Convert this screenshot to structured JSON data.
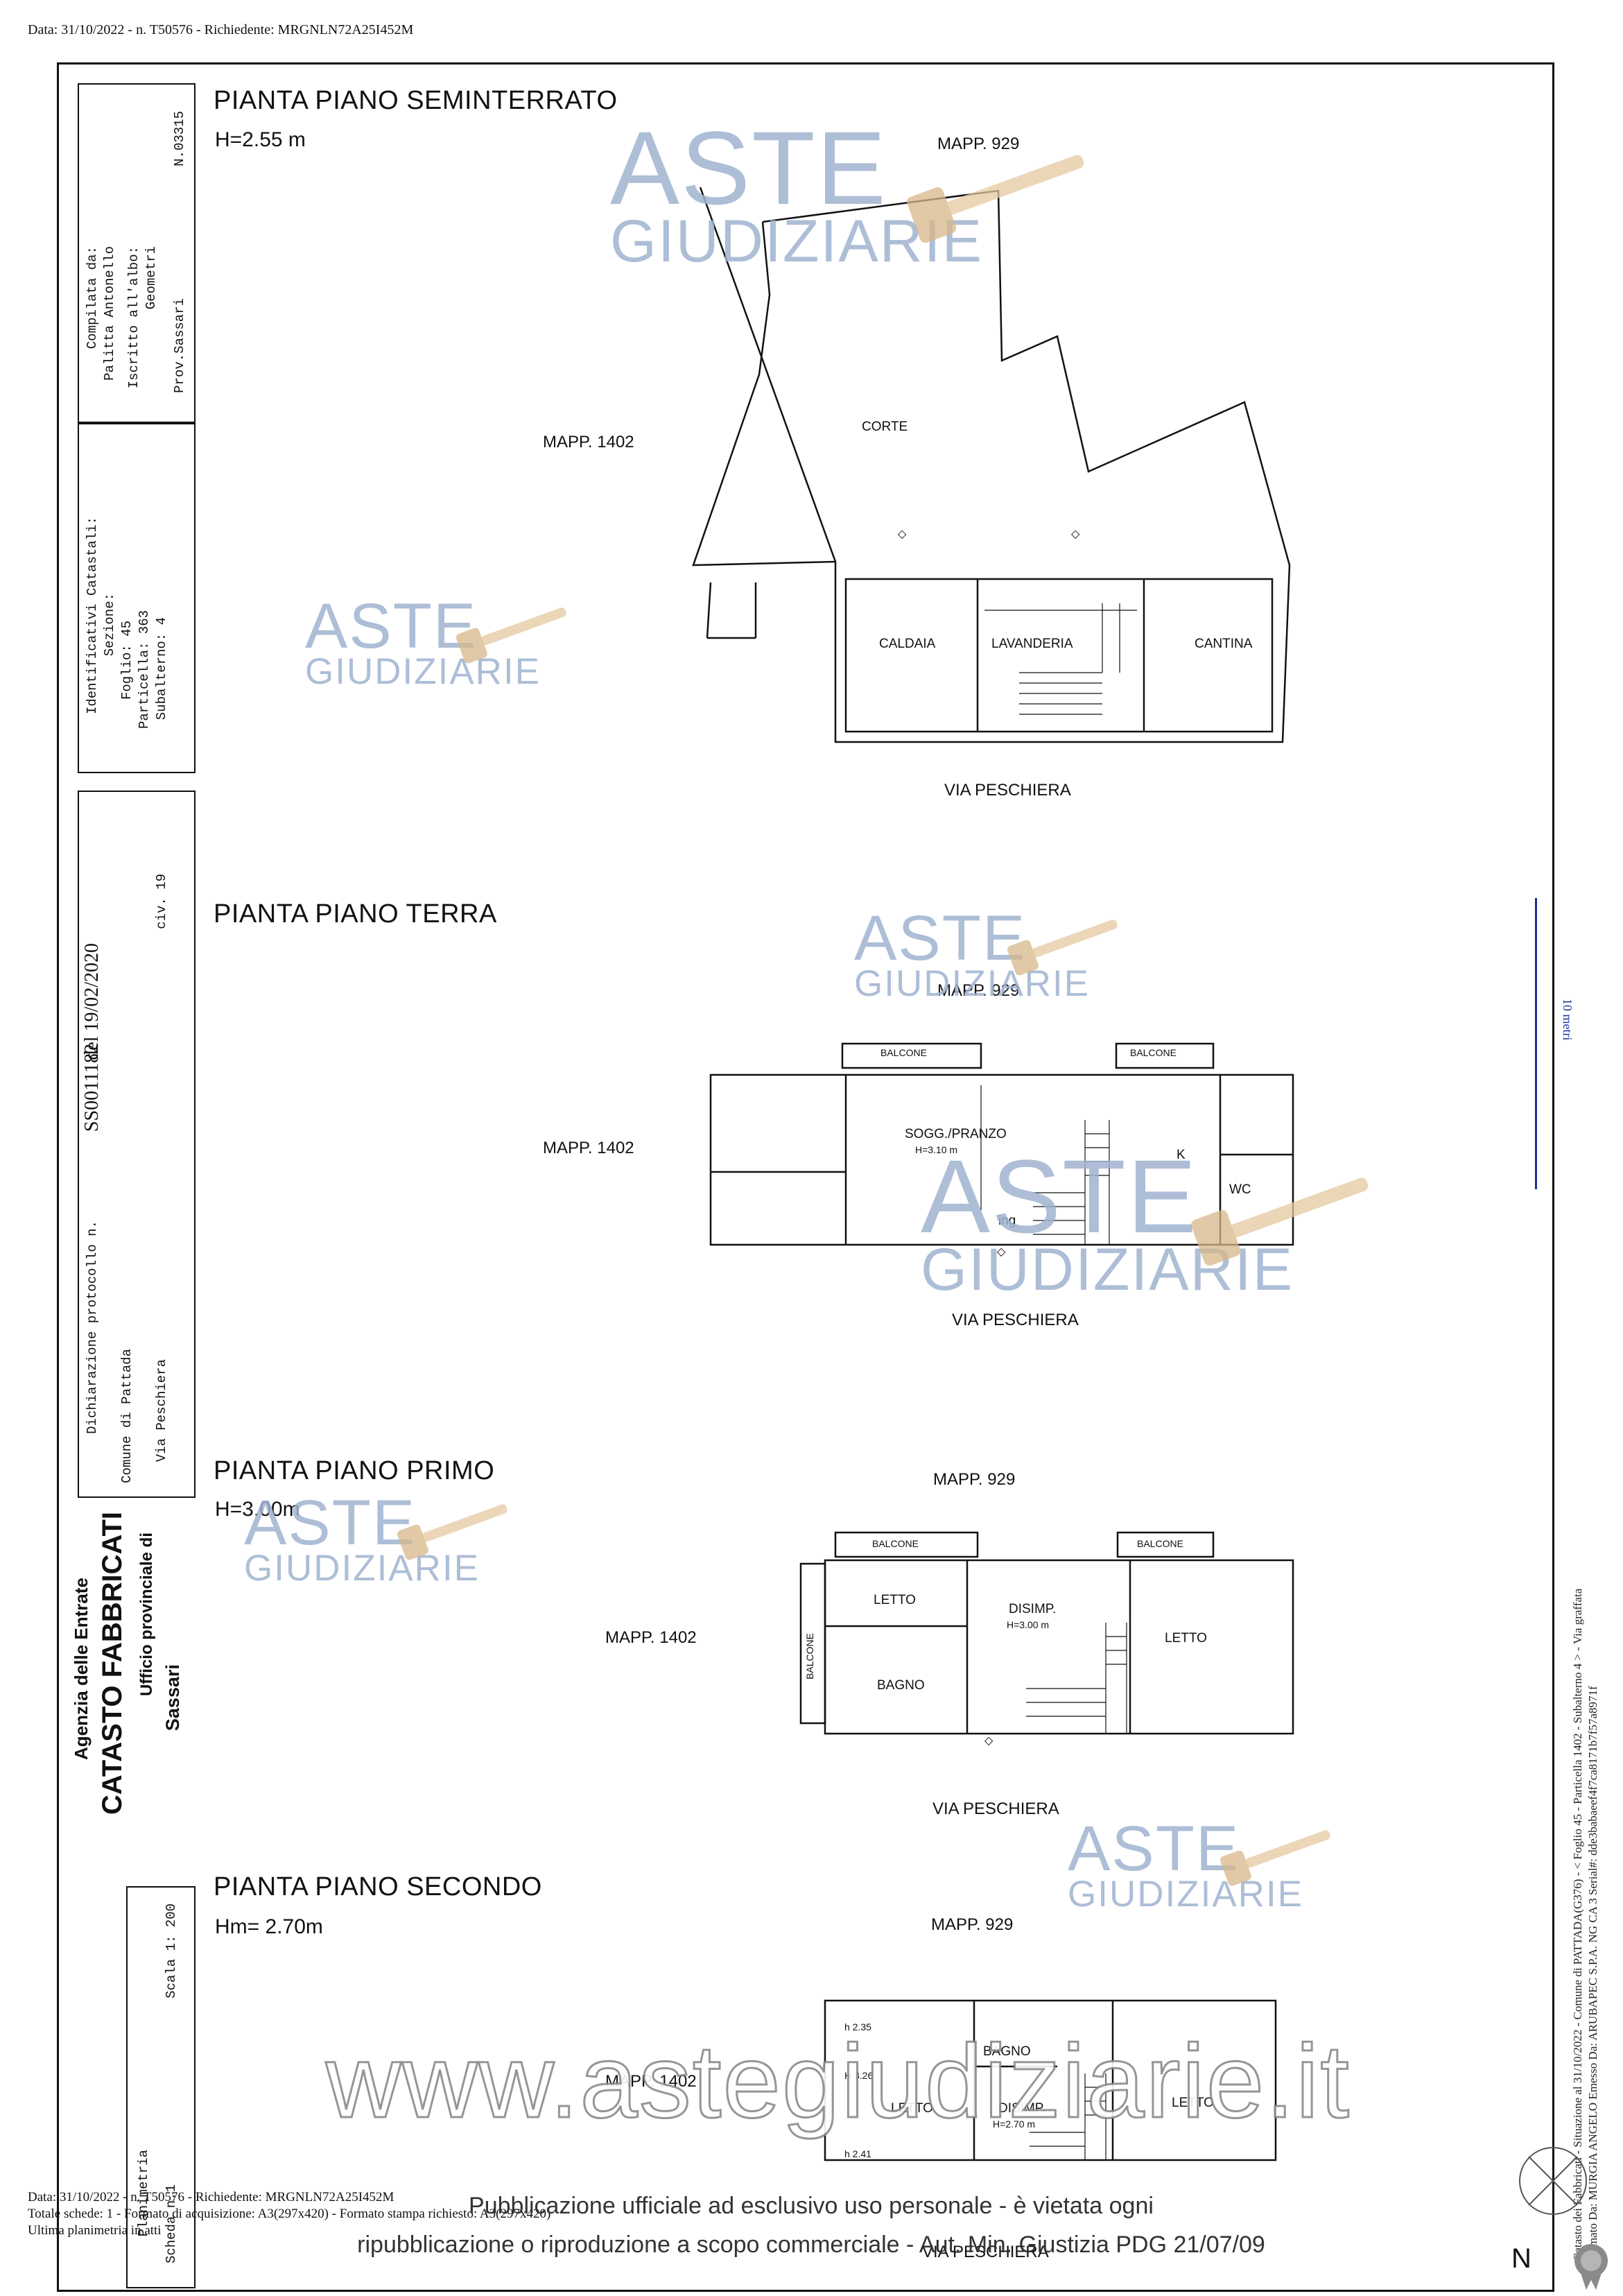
{
  "header": {
    "top_line": "Data: 31/10/2022 - n. T50576 - Richiedente: MRGNLN72A25I452M"
  },
  "sidebar": {
    "compiler_title": "Compilata da:",
    "compiler_name": "Palitta Antonello",
    "albo_label": "Iscritto all'albo:",
    "albo_value": "Geometri",
    "prov": "Prov.Sassari",
    "albo_number": "N.03315",
    "ident_title": "Identificativi Catastali:",
    "sezione": "Sezione:",
    "foglio": "Foglio: 45",
    "particella": "Particella: 363",
    "subalterno": "Subalterno: 4",
    "protocol_label": "Dichiarazione protocollo n.",
    "protocol_number": "SS0011182",
    "protocol_date": "del 19/02/2020",
    "comune": "Comune di Pattada",
    "via": "Via Peschiera",
    "civ": "civ.  19",
    "agency": "Agenzia delle Entrate",
    "catasto": "CATASTO FABBRICATI",
    "ufficio": "Ufficio provinciale di",
    "sassari": "Sassari",
    "planimetria": "Planimetria",
    "scheda": "Scheda n.1",
    "scala": "Scala 1: 200"
  },
  "right_margin": {
    "scale_bar": "10 metri",
    "line1": "Catasto dei Fabbricati - Situazione al 31/10/2022 - Comune di PATTADA(G376) - < Foglio 45 - Particella 1402 - Subalterno 4 > - Via graffata",
    "line2": "Firmato Da: MURGIA ANGELO Emesso Da: ARUBAPEC S.P.A. NG CA 3 Serial#: dde3babaeef4f7ca8171b7f57a8971f"
  },
  "floors": [
    {
      "title": "PIANTA PIANO SEMINTERRATO",
      "height": "H=2.55 m",
      "north": "MAPP. 929",
      "west": "MAPP. 1402",
      "south": "VIA PESCHIERA",
      "rooms": [
        "CORTE",
        "CALDAIA",
        "LAVANDERIA",
        "CANTINA"
      ]
    },
    {
      "title": "PIANTA PIANO TERRA",
      "north": "MAPP. 929",
      "west": "MAPP. 1402",
      "south": "VIA PESCHIERA",
      "rooms": [
        "SOGG./PRANZO",
        "H=3.10 m",
        "K",
        "WC",
        "ing",
        "BALCONE",
        "BALCONE"
      ]
    },
    {
      "title": "PIANTA PIANO PRIMO",
      "height": "H=3.00m",
      "north": "MAPP. 929",
      "west": "MAPP. 1402",
      "south": "VIA PESCHIERA",
      "rooms": [
        "LETTO",
        "DISIMP.",
        "H=3.00 m",
        "LETTO",
        "BAGNO",
        "BALCONE",
        "BALCONE",
        "BALCONE"
      ]
    },
    {
      "title": "PIANTA PIANO SECONDO",
      "height": "Hm= 2.70m",
      "north": "MAPP. 929",
      "west": "MAPP. 1402",
      "south": "VIA PESCHIERA",
      "rooms": [
        "h 2.35",
        "H 3.26",
        "h 2.41",
        "BAGNO",
        "LETTO",
        "DISIMP.",
        "H=2.70 m",
        "LETTO"
      ]
    }
  ],
  "watermark": {
    "aste": "ASTE",
    "giudiziarie": "GIUDIZIARIE",
    "website": "www.astegiudiziarie.it",
    "color": "#9fb3cf"
  },
  "footer": {
    "line1": "Data: 31/10/2022 - n. T50576 - Richiedente: MRGNLN72A25I452M",
    "line2": "Totale schede: 1 - Formato di acquisizione: A3(297x420)  - Formato stampa richiesto: A3(297x420)",
    "line3": "Ultima planimetria in atti",
    "pub1": "Pubblicazione ufficiale ad esclusivo uso personale - è vietata ogni",
    "pub2": "ripubblicazione o riproduzione a scopo commerciale - Aut. Min. Giustizia PDG 21/07/09",
    "north_letter": "N"
  }
}
